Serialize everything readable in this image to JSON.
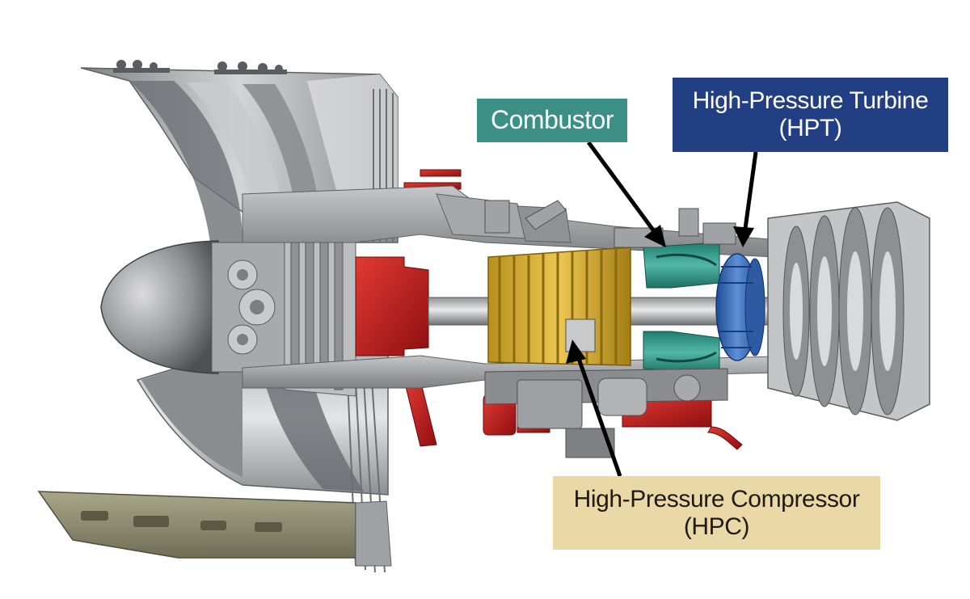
{
  "colors": {
    "background": "#ffffff",
    "combustor": "#3c8f85",
    "hpt": "#213f82",
    "hpc": "#ead9a6",
    "hpc_text": "#1f1a12",
    "label_text": "#ffffff",
    "casing_gray": "#9a9c9f",
    "fan_gray": "#b8babd",
    "accent_red": "#c8181a",
    "compressor_gold": "#d4ab2c",
    "combustor_teal": "#2f9a8a",
    "turbine_blue": "#3566b3",
    "nacelle_olive": "#8c8a6c"
  },
  "labels": {
    "combustor": {
      "lines": [
        "Combustor"
      ]
    },
    "hpt": {
      "lines": [
        "High-Pressure Turbine",
        "(HPT)"
      ]
    },
    "hpc": {
      "lines": [
        "High-Pressure Compressor",
        "(HPC)"
      ]
    }
  },
  "illustration": {
    "subject": "geared turbofan engine cutaway",
    "components": [
      "fan",
      "spinner",
      "gearbox",
      "low-pressure compressor",
      "high-pressure compressor",
      "combustor",
      "high-pressure turbine",
      "low-pressure turbine",
      "accessory gearbox",
      "nacelle"
    ]
  }
}
